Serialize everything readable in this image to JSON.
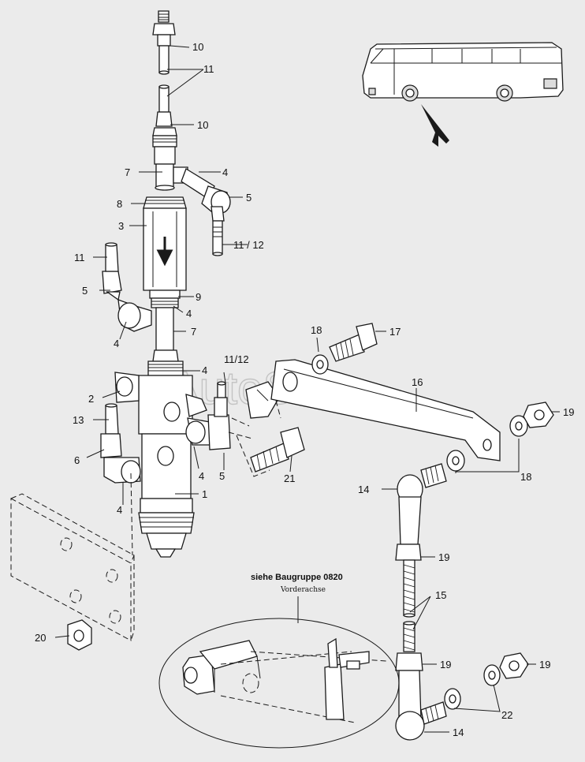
{
  "watermark": "AutoSoft",
  "callouts": {
    "c10a": "10",
    "c11a": "11",
    "c10b": "10",
    "c7a": "7",
    "c4a": "4",
    "c8": "8",
    "c5a": "5",
    "c3": "3",
    "c1112a": "11 / 12",
    "c11b": "11",
    "c5b": "5",
    "c9": "9",
    "c4b": "4",
    "c4c": "4",
    "c7b": "7",
    "c4d": "4",
    "c2": "2",
    "c1112b": "11/12",
    "c13": "13",
    "c6": "6",
    "c4e": "4",
    "c5c": "5",
    "c4f": "4",
    "c1": "1",
    "c21": "21",
    "c18a": "18",
    "c17": "17",
    "c16": "16",
    "c19a": "19",
    "c18b": "18",
    "c14a": "14",
    "c19b": "19",
    "c15": "15",
    "c19c": "19",
    "c19d": "19",
    "c22": "22",
    "c14b": "14",
    "c20": "20"
  },
  "reference": {
    "title": "siehe Baugruppe 0820",
    "subtitle": "Vorderachse"
  }
}
